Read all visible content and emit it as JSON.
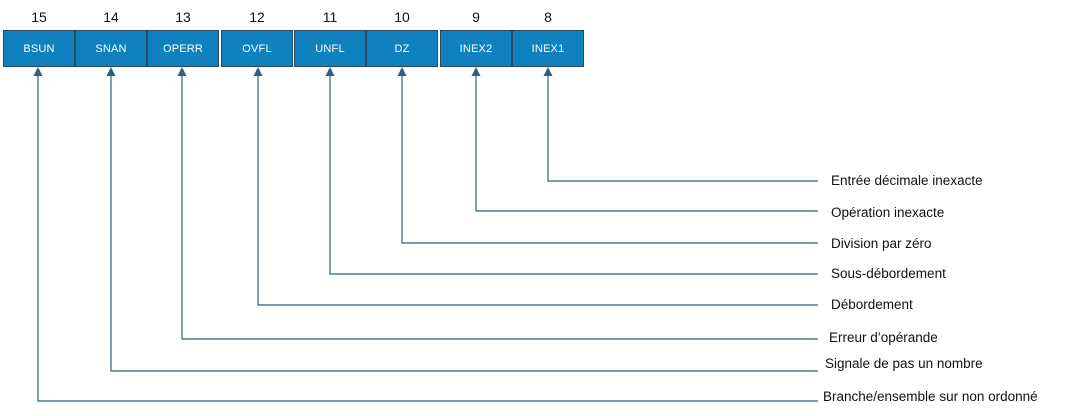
{
  "register": {
    "bits": [
      {
        "number": "15",
        "name": "BSUN",
        "description": "Branche/ensemble sur non ordonné"
      },
      {
        "number": "14",
        "name": "SNAN",
        "description": "Signale de pas un nombre"
      },
      {
        "number": "13",
        "name": "OPERR",
        "description": "Erreur d’opérande"
      },
      {
        "number": "12",
        "name": "OVFL",
        "description": "Débordement"
      },
      {
        "number": "11",
        "name": "UNFL",
        "description": "Sous-débordement"
      },
      {
        "number": "10",
        "name": "DZ",
        "description": "Division par zéro"
      },
      {
        "number": "9",
        "name": "INEX2",
        "description": "Opération inexacte"
      },
      {
        "number": "8",
        "name": "INEX1",
        "description": "Entrée décimale inexacte"
      }
    ]
  },
  "colors": {
    "cell_fill": "#0f81bf",
    "cell_border": "#2a4a5e",
    "line": "#2f5f80"
  }
}
